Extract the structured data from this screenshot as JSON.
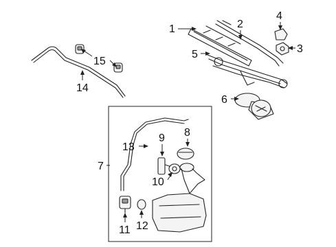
{
  "diagram": {
    "callouts": [
      {
        "id": "c1",
        "label": "1"
      },
      {
        "id": "c2",
        "label": "2"
      },
      {
        "id": "c3",
        "label": "3"
      },
      {
        "id": "c4",
        "label": "4"
      },
      {
        "id": "c5",
        "label": "5"
      },
      {
        "id": "c6",
        "label": "6"
      },
      {
        "id": "c7",
        "label": "7"
      },
      {
        "id": "c8",
        "label": "8"
      },
      {
        "id": "c9",
        "label": "9"
      },
      {
        "id": "c10",
        "label": "10"
      },
      {
        "id": "c11",
        "label": "11"
      },
      {
        "id": "c12",
        "label": "12"
      },
      {
        "id": "c13",
        "label": "13"
      },
      {
        "id": "c14",
        "label": "14"
      },
      {
        "id": "c15",
        "label": "15"
      }
    ],
    "colors": {
      "line": "#222222",
      "background": "#ffffff",
      "shade": "#9a9a9a"
    }
  }
}
